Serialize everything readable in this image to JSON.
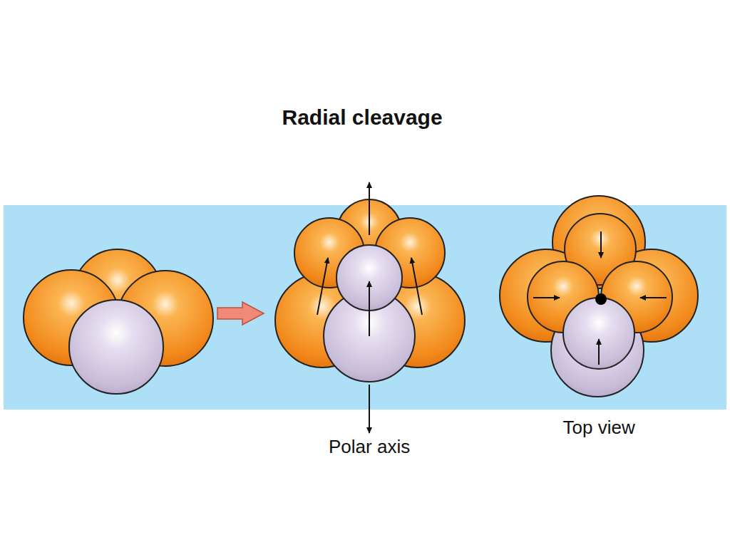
{
  "diagram": {
    "title": "Radial cleavage",
    "labels": [
      "Polar axis",
      "Top view"
    ]
  }
}
